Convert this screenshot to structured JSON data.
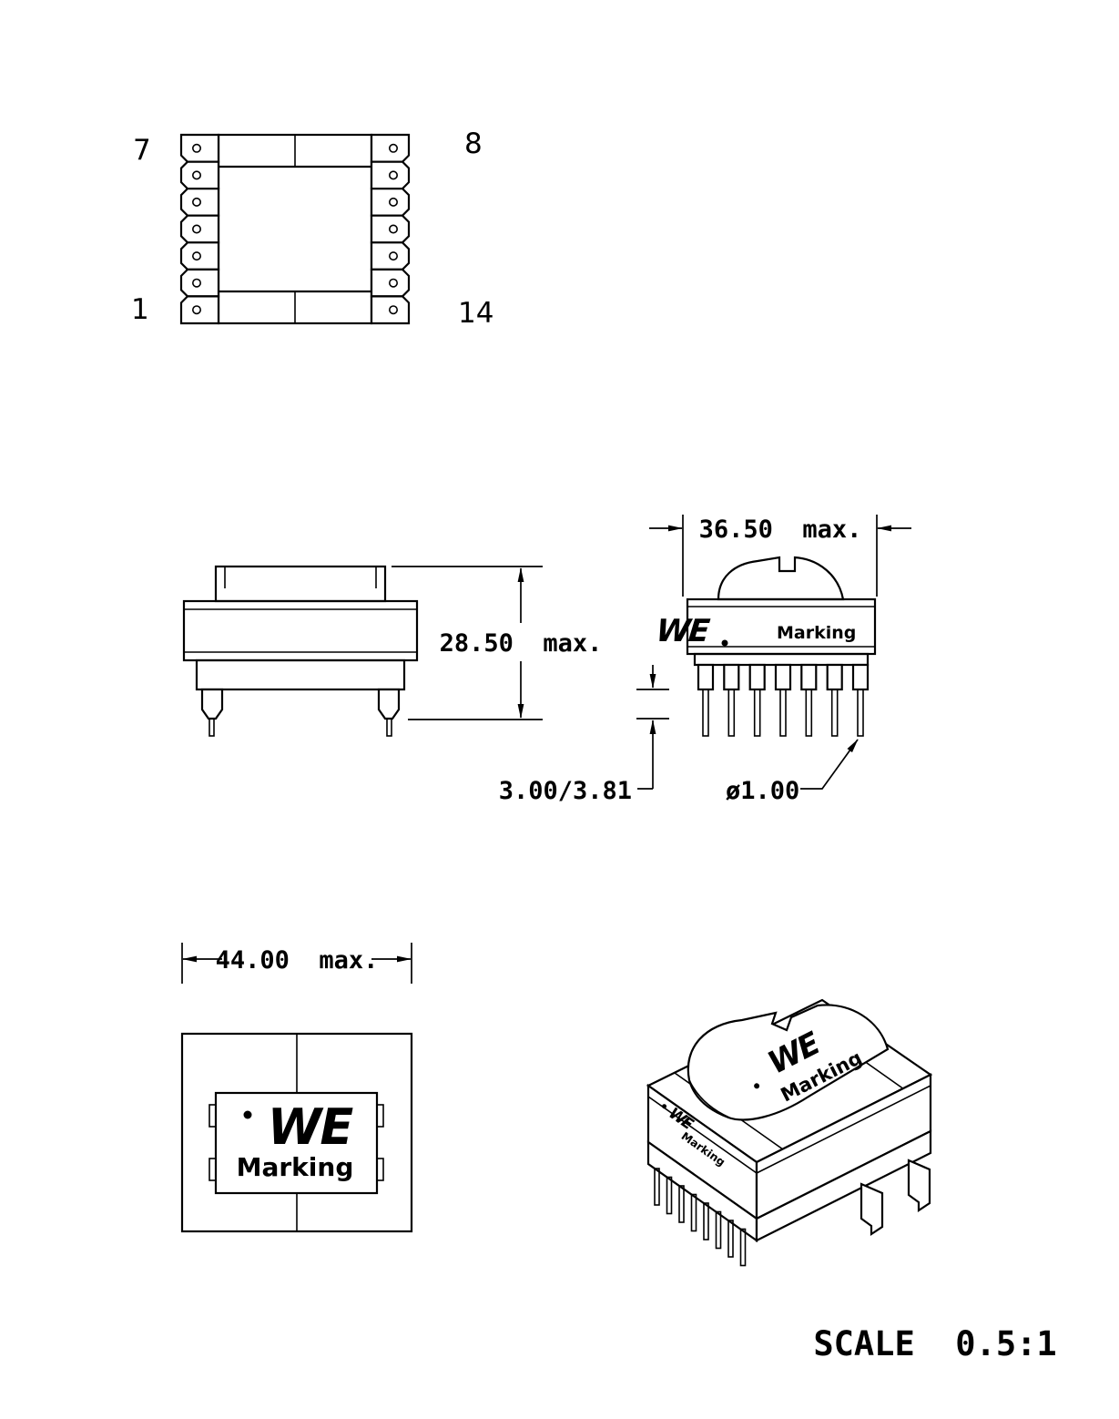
{
  "scale_label": "SCALE  0.5:1",
  "brand": {
    "logo": "WE",
    "marking": "Marking"
  },
  "views": {
    "top": {
      "pin7": "7",
      "pin8": "8",
      "pin1": "1",
      "pin14": "14"
    },
    "front": {
      "height_max": "28.50  max."
    },
    "side": {
      "width_max": "36.50  max.",
      "standoff": "3.00/3.81",
      "pin_diameter": "ø1.00"
    },
    "bottom": {
      "width_max": "44.00  max."
    }
  }
}
